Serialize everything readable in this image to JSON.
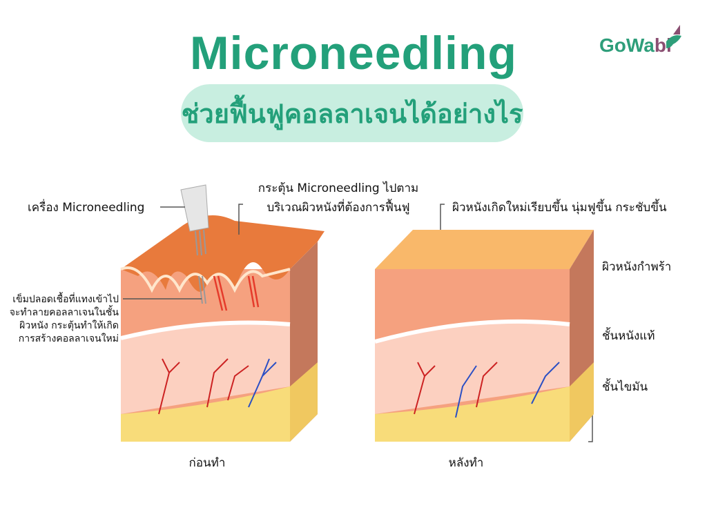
{
  "header": {
    "title": "Microneedling",
    "subtitle": "ช่วยฟื้นฟูคอลลาเจนได้อย่างไร"
  },
  "logo": {
    "text_go": "Go",
    "text_wa": "Wa",
    "text_bi": "bi"
  },
  "colors": {
    "brand_green": "#23a07a",
    "subtitle_bg": "#c8eee0",
    "logo_purple": "#8a4f72"
  },
  "before": {
    "caption": "ก่อนทำ",
    "device_label": "เครื่อง Microneedling",
    "stimulate_label_line1": "กระตุ้น Microneedling ไปตาม",
    "stimulate_label_line2": "บริเวณผิวหนังที่ต้องการฟื้นฟู",
    "needle_label": [
      "เข็มปลอดเชื้อที่แทงเข้าไป",
      "จะทำลายคอลลาเจนในชั้น",
      "ผิวหนัง กระตุ้นทำให้เกิด",
      "การสร้างคอลลาเจนใหม่"
    ]
  },
  "after": {
    "caption": "หลังทำ",
    "result_label": "ผิวหนังเกิดใหม่เรียบขึ้น นุ่มฟูขึ้น กระชับขึ้น",
    "layers": [
      "ผิวหนังกำพร้า",
      "ชั้นหนังแท้",
      "ชั้นไขมัน"
    ]
  }
}
